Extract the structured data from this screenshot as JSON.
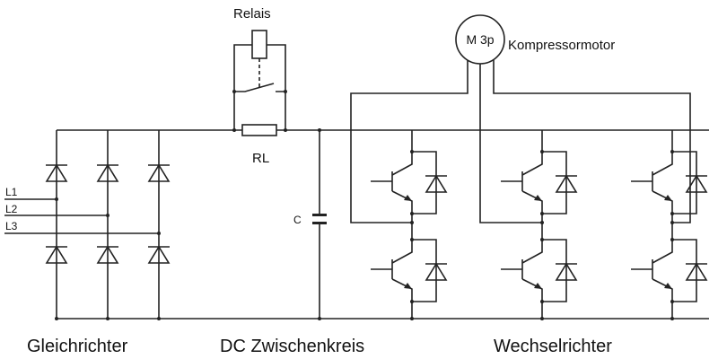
{
  "labels": {
    "relay": "Relais",
    "motor": "M 3p",
    "motor_name": "Kompressormotor",
    "resistor": "RL",
    "capacitor": "C",
    "l1": "L1",
    "l2": "L2",
    "l3": "L3",
    "rectifier": "Gleichrichter",
    "dc_link": "DC Zwischenkreis",
    "inverter": "Wechselrichter"
  },
  "colors": {
    "line": "#222222",
    "background": "#ffffff"
  }
}
